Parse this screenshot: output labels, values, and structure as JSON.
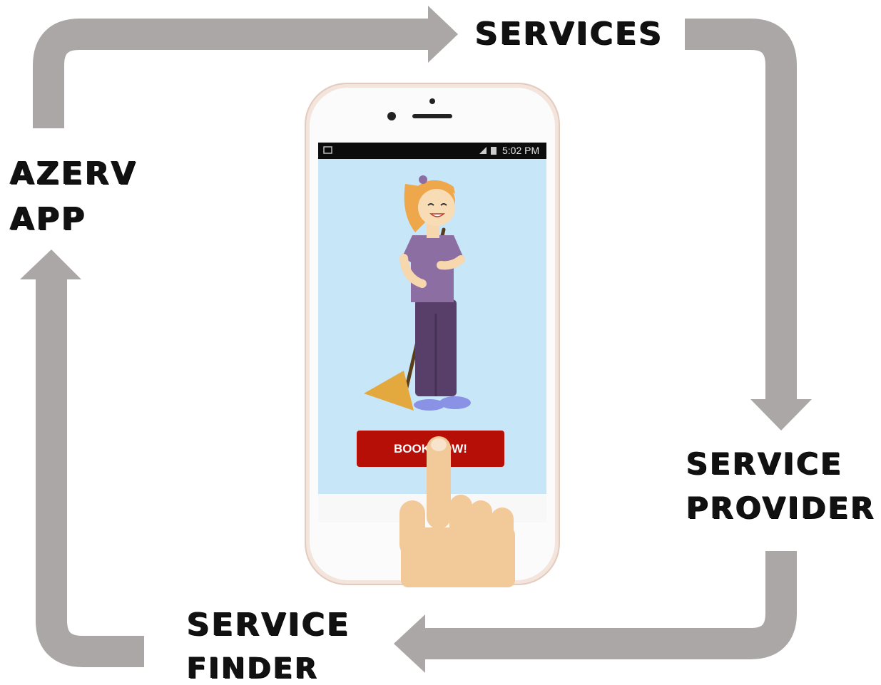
{
  "nodes": {
    "services": "SERVICES",
    "service_provider": [
      "SERVICE",
      "PROVIDER"
    ],
    "service_finder": [
      "SERVICE",
      "FINDER"
    ],
    "azerv_app": [
      "AZERV",
      "APP"
    ]
  },
  "phone": {
    "status_time": "5:02 PM",
    "button_label": "BOOK NOW!"
  },
  "colors": {
    "arrow": "#aaa7a6",
    "screen_background": "#c7e6f8",
    "button": "#b60f07",
    "finger": "#f2c998"
  },
  "icons": [
    "arrow-right-icon",
    "arrow-down-icon",
    "arrow-left-icon",
    "arrow-up-icon",
    "pointing-hand-icon",
    "cleaner-with-broom-illustration"
  ]
}
